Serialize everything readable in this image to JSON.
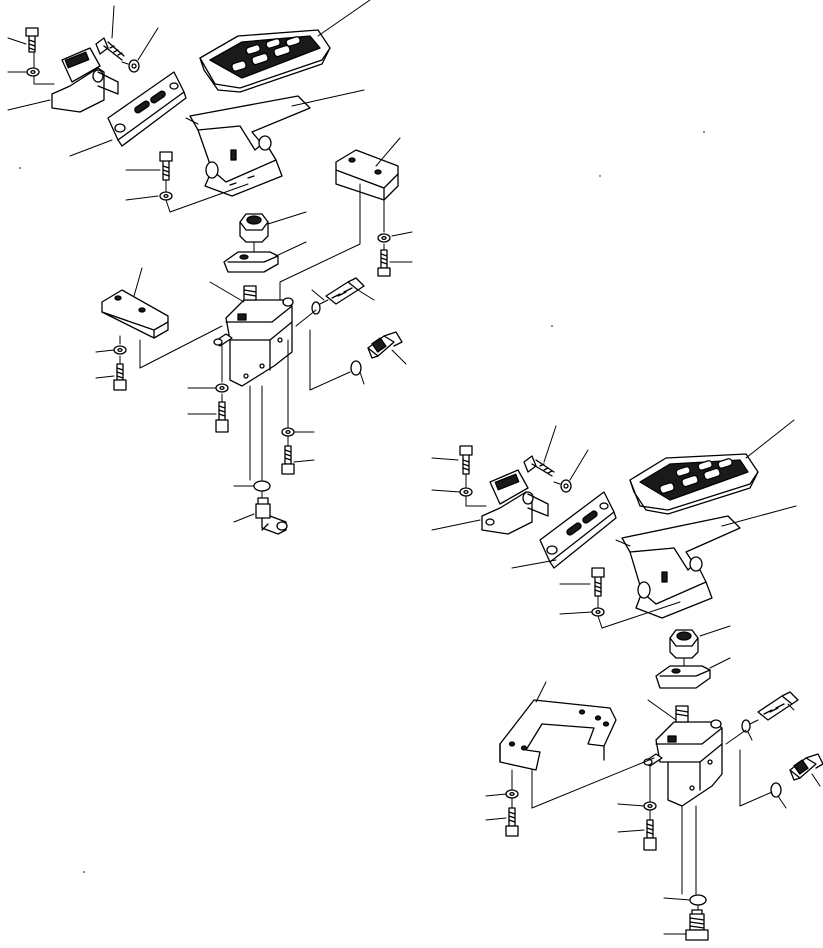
{
  "diagram": {
    "type": "exploded-parts-diagram",
    "assemblies": [
      {
        "id": "assembly-1",
        "part_leaders": 27
      },
      {
        "id": "assembly-2",
        "part_leaders": 24
      }
    ],
    "colors": {
      "stroke": "#000000",
      "fill": "#ffffff",
      "shade": "#1a1a1a"
    }
  }
}
